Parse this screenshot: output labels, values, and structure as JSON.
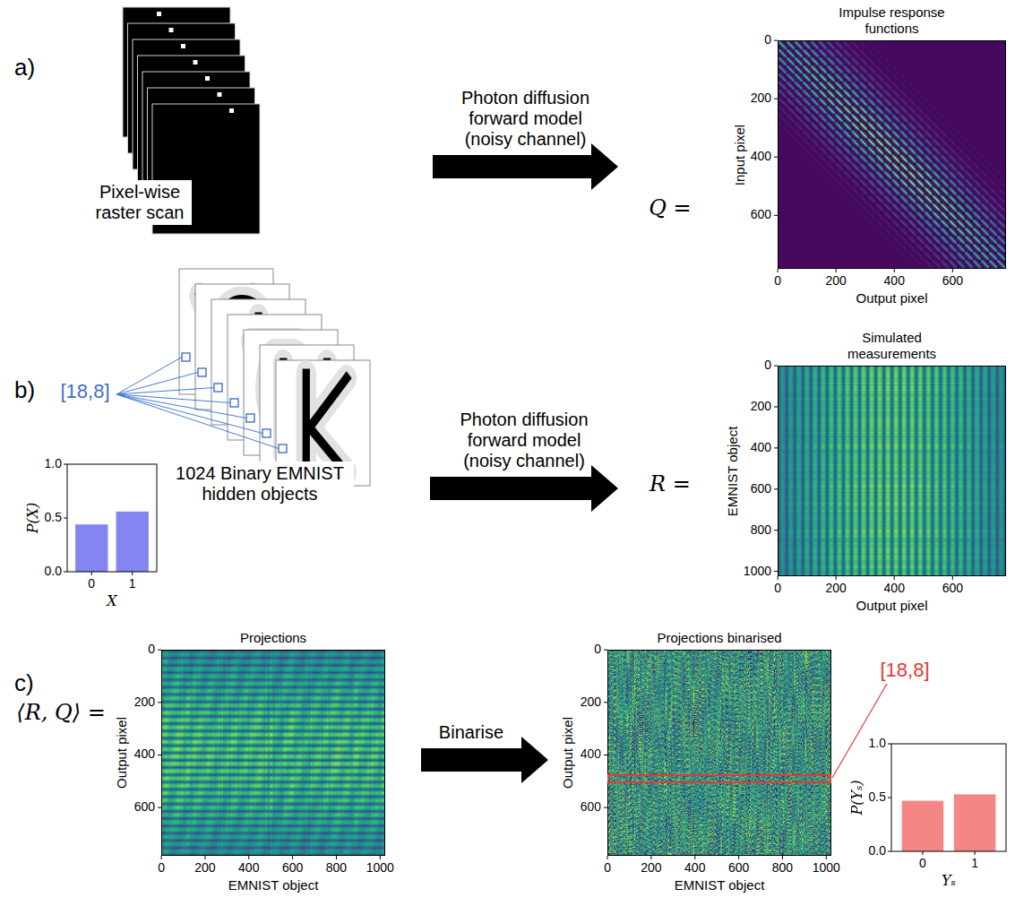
{
  "diagram": {
    "nodes": [
      {
        "text": [
          "Pixel-wise raster scan"
        ]
      },
      {
        "text": [
          "Impulse response functions"
        ]
      },
      {
        "text": [
          "1024 Binary EMNIST hidden objects"
        ]
      },
      {
        "text": [
          "Simulated measurements"
        ]
      },
      {
        "text": [
          "Projections"
        ]
      },
      {
        "text": [
          "Projections binarised"
        ]
      }
    ],
    "edges": [
      {
        "from": 0,
        "to": 1,
        "label": "Photon diffusion forward model (noisy channel)",
        "arrow": "to"
      },
      {
        "from": 2,
        "to": 3,
        "label": "Photon diffusion forward model (noisy channel)",
        "arrow": "to"
      },
      {
        "from": 4,
        "to": 5,
        "label": "Binarise",
        "arrow": "to"
      }
    ],
    "labels": [
      "a)",
      "b)",
      "c)",
      "Q =",
      "Input pixel",
      "Output pixel",
      "0",
      "200",
      "400",
      "600",
      "0",
      "200",
      "400",
      "600",
      "R =",
      "EMNIST object",
      "Output pixel",
      "0",
      "200",
      "400",
      "600",
      "800",
      "1000",
      "0",
      "200",
      "400",
      "600",
      "[18,8]",
      "P(X)",
      "1.0",
      "0.5",
      "0.0",
      "0",
      "1",
      "X",
      "⟨R, Q⟩ =",
      "Output pixel",
      "EMNIST object",
      "0",
      "200",
      "400",
      "600",
      "0",
      "200",
      "400",
      "600",
      "800",
      "1000",
      "Output pixel",
      "EMNIST object",
      "0",
      "200",
      "400",
      "600",
      "0",
      "200",
      "400",
      "600",
      "800",
      "1000",
      "[18,8]",
      "P(Yₛ)",
      "1.0",
      "0.5",
      "0.0",
      "0",
      "1",
      "Yₛ"
    ]
  }
}
